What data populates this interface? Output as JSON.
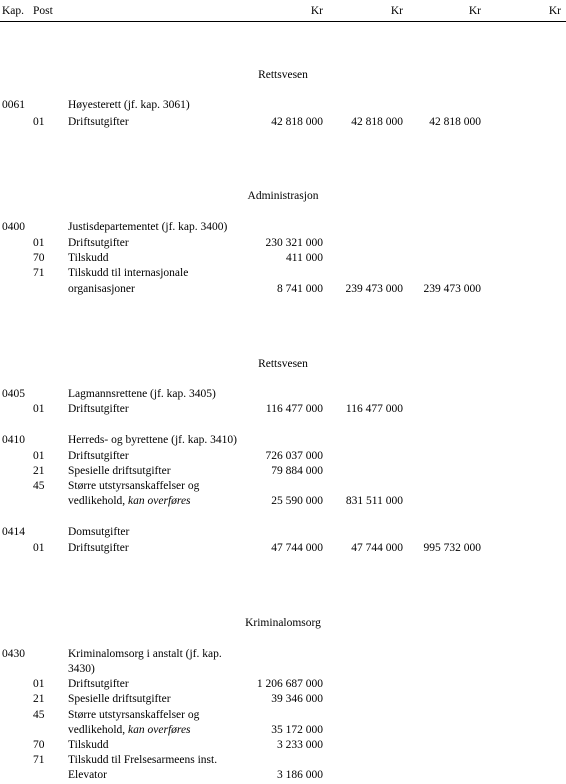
{
  "header": {
    "kap": "Kap.",
    "post": "Post",
    "kr1": "Kr",
    "kr2": "Kr",
    "kr3": "Kr",
    "kr4": "Kr"
  },
  "sections": [
    {
      "title": "Rettsvesen",
      "chapters": [
        {
          "kap": "0061",
          "name": "Høyesterett (jf. kap. 3061)",
          "posts": [
            {
              "post": "01",
              "desc": "Driftsutgifter",
              "amount": "42 818 000",
              "sum": "42 818 000",
              "total": "42 818 000"
            }
          ]
        }
      ]
    },
    {
      "title": "Administrasjon",
      "chapters": [
        {
          "kap": "0400",
          "name": "Justisdepartementet (jf. kap. 3400)",
          "posts": [
            {
              "post": "01",
              "desc": "Driftsutgifter",
              "amount": "230 321 000"
            },
            {
              "post": "70",
              "desc": "Tilskudd",
              "amount": "411 000"
            },
            {
              "post": "71",
              "desc": "Tilskudd til internasjonale",
              "desc2": "organisasjoner",
              "amount": "8 741 000",
              "sum": "239 473 000",
              "total": "239 473 000"
            }
          ]
        }
      ]
    },
    {
      "title": "Rettsvesen",
      "chapters": [
        {
          "kap": "0405",
          "name": "Lagmannsrettene (jf. kap. 3405)",
          "posts": [
            {
              "post": "01",
              "desc": "Driftsutgifter",
              "amount": "116 477 000",
              "sum": "116 477 000"
            }
          ]
        },
        {
          "kap": "0410",
          "name": "Herreds- og byrettene (jf. kap. 3410)",
          "posts": [
            {
              "post": "01",
              "desc": "Driftsutgifter",
              "amount": "726 037 000"
            },
            {
              "post": "21",
              "desc": "Spesielle driftsutgifter",
              "amount": "79 884 000"
            },
            {
              "post": "45",
              "desc": "Større utstyrsanskaffelser og",
              "desc2": "vedlikehold,",
              "desc2_italic": "kan overføres",
              "amount": "25 590 000",
              "sum": "831 511 000"
            }
          ]
        },
        {
          "kap": "0414",
          "name": "Domsutgifter",
          "posts": [
            {
              "post": "01",
              "desc": "Driftsutgifter",
              "amount": "47 744 000",
              "sum": "47 744 000",
              "total": "995 732 000"
            }
          ]
        }
      ]
    },
    {
      "title": "Kriminalomsorg",
      "chapters": [
        {
          "kap": "0430",
          "name": "Kriminalomsorg i anstalt (jf. kap.",
          "name2": "3430)",
          "posts": [
            {
              "post": "01",
              "desc": "Driftsutgifter",
              "amount": "1 206 687 000"
            },
            {
              "post": "21",
              "desc": "Spesielle driftsutgifter",
              "amount": "39 346 000"
            },
            {
              "post": "45",
              "desc": "Større utstyrsanskaffelser og",
              "desc2": "vedlikehold,",
              "desc2_italic": "kan overføres",
              "amount": "35 172 000"
            },
            {
              "post": "70",
              "desc": "Tilskudd",
              "amount": "3 233 000"
            },
            {
              "post": "71",
              "desc": "Tilskudd til Frelsesarmeens inst.",
              "desc2": "Elevator",
              "amount": "3 186 000"
            }
          ]
        }
      ]
    }
  ]
}
